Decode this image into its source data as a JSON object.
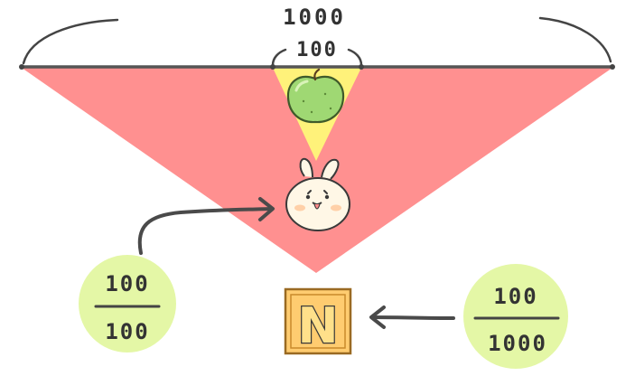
{
  "labels": {
    "total_width": "1000",
    "object_width": "100"
  },
  "fractions": {
    "left": {
      "numerator": "100",
      "denominator": "100"
    },
    "right": {
      "numerator": "100",
      "denominator": "1000"
    }
  },
  "block": {
    "letter": "N"
  },
  "colors": {
    "large_triangle": "#ff9090",
    "small_triangle": "#fff27a",
    "fraction_circle": "#e4f7a6",
    "block_fill": "#ffcc70",
    "block_border": "#c98a2b",
    "apple": "#9fd873",
    "ink": "#444444"
  },
  "icons": {
    "object": "green-apple-icon",
    "viewer": "bunny-icon",
    "block": "letter-n-block-icon"
  }
}
